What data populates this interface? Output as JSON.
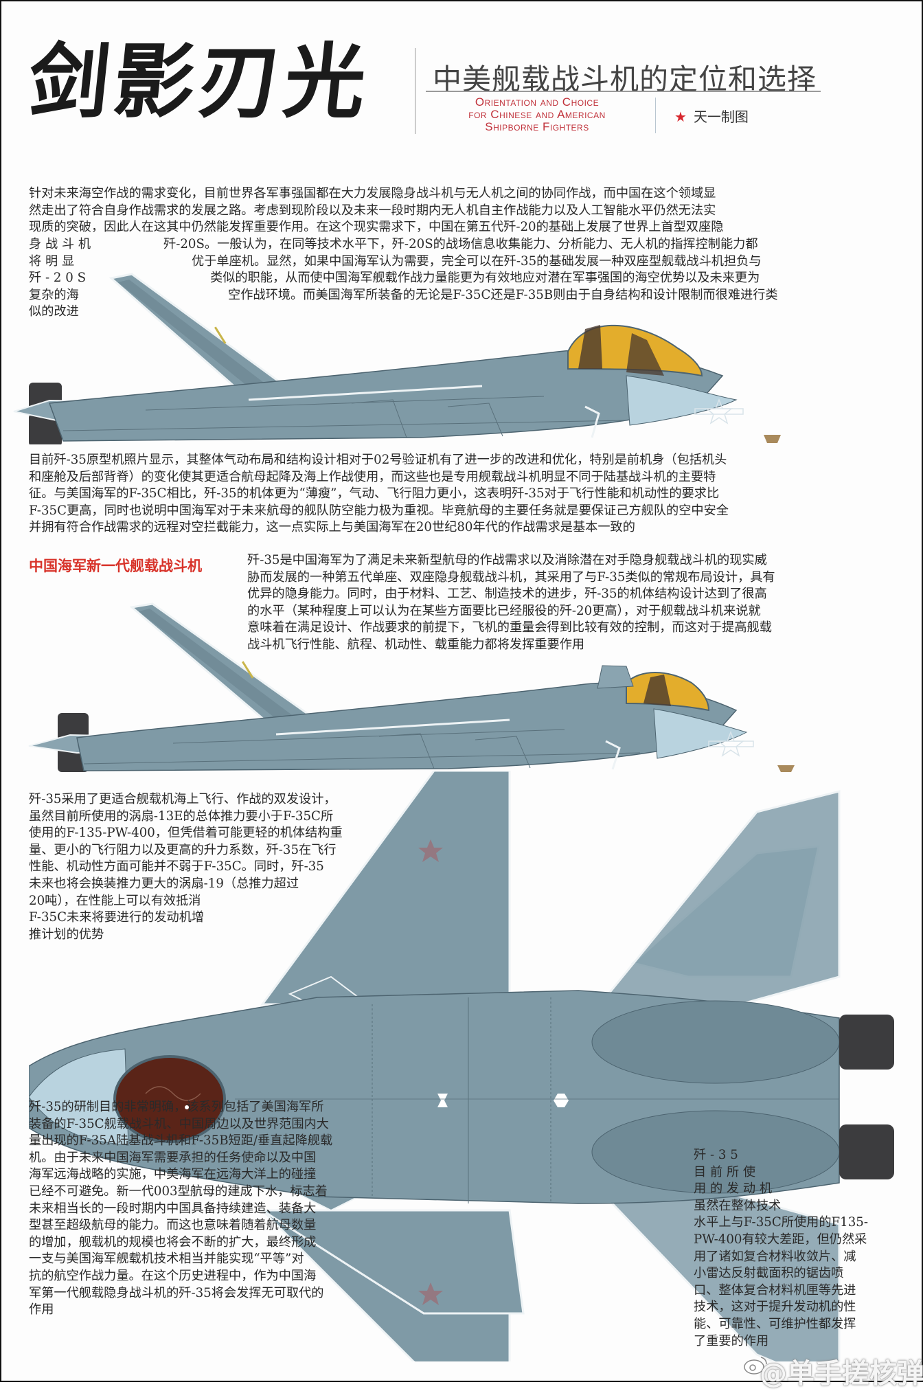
{
  "header": {
    "calligraphy_title": "剑影刃光",
    "chinese_subtitle": "中美舰载战斗机的定位和选择",
    "english_subtitle_lines": [
      "Orientation and Choice",
      "for Chinese and American",
      "Shipborne Fighters"
    ],
    "credit_icon": "red-star-icon",
    "credit": "天一制图"
  },
  "intro_paragraph": {
    "lines": [
      "针对未来海空作战的需求变化，目前世界各军事强国都在大力发展隐身战斗机与无人机之间的协同作战，而中国在这个领域显",
      "然走出了符合自身作战需求的发展之路。考虑到现阶段以及未来一段时期内无人机自主作战能力以及人工智能水平仍然无法实",
      "现质的突破，因此人在这其中仍然能发挥重要作用。在这个现实需求下，中国在第五代歼-20的基础上发展了世界上首型双座隐"
    ],
    "left_col_lines": [
      "身 战 斗 机",
      "将 明 显",
      "歼 - 2 0 S",
      "复杂的海",
      "似的改进"
    ],
    "right_col_lines": [
      "歼-20S。一般认为，在同等技术水平下，歼-20S的战场信息收集能力、分析能力、无人机的指挥控制能力都",
      "优于单座机。显然，如果中国海军认为需要，完全可以在歼-35的基础发展一种双座型舰载战斗机担负与",
      "类似的职能，从而使中国海军舰载作战力量能更为有效地应对潜在军事强国的海空优势以及未来更为",
      "空作战环境。而美国海军所装备的无论是F-35C还是F-35B则由于自身结构和设计限制而很难进行类"
    ]
  },
  "prototype_paragraph": {
    "lines": [
      "目前歼-35原型机照片显示，其整体气动布局和结构设计相对于02号验证机有了进一步的改进和优化，特别是前机身（包括机头",
      "和座舱及后部背脊）的变化使其更适合航母起降及海上作战使用，而这些也是专用舰载战斗机明显不同于陆基战斗机的主要特",
      "征。与美国海军的F-35C相比，歼-35的机体更为“薄瘦”，气动、飞行阻力更小，这表明歼-35对于飞行性能和机动性的要求比",
      "F-35C更高，同时也说明中国海军对于未来航母的舰队防空能力极为重视。毕竟航母的主要任务就是要保证己方舰队的空中安全",
      "并拥有符合作战需求的远程对空拦截能力，这一点实际上与美国海军在20世纪80年代的作战需求是基本一致的"
    ]
  },
  "section_heading": "中国海军新一代舰载战斗机",
  "stealth_paragraph": {
    "lines": [
      "歼-35是中国海军为了满足未来新型航母的作战需求以及消除潜在对手隐身舰载战斗机的现实威",
      "胁而发展的一种第五代单座、双座隐身舰载战斗机，其采用了与F-35类似的常规布局设计，具有",
      "优异的隐身能力。同时，由于材料、工艺、制造技术的进步，歼-35的机体结构设计达到了很高",
      "的水平（某种程度上可以认为在某些方面要比已经服役的歼-20更高），对于舰载战斗机来说就",
      "意味着在满足设计、作战要求的前提下，飞机的重量会得到比较有效的控制，而这对于提高舰载",
      "战斗机飞行性能、航程、机动性、载重能力都将发挥重要作用"
    ]
  },
  "engine_paragraph": {
    "lines": [
      "歼-35采用了更适合舰载机海上飞行、作战的双发设计，",
      "虽然目前所使用的涡扇-13E的总体推力要小于F-35C所",
      "使用的F-135-PW-400，但凭借着可能更轻的机体结构重",
      "量、更小的飞行阻力以及更高的升力系数，歼-35在飞行",
      "性能、机动性方面可能并不弱于F-35C。同时，歼-35",
      "未来也将会换装推力更大的涡扇-19（总推力超过",
      "20吨），在性能上可以有效抵消",
      "F-35C未来将要进行的发动机增",
      "推计划的优势"
    ]
  },
  "purpose_paragraph": {
    "lines": [
      "歼-35的研制目的非常明确，该系列包括了美国海军所",
      "装备的F-35C舰载战斗机、中国周边以及世界范围内大",
      "量出现的F-35A陆基战斗机和F-35B短距/垂直起降舰载",
      "机。由于未来中国海军需要承担的任务使命以及中国",
      "海军远海战略的实施，中美海军在远海大洋上的碰撞",
      "已经不可避免。新一代003型航母的建成下水，标志着",
      "未来相当长的一段时期内中国具备持续建造、装备大",
      "型甚至超级航母的能力。而这也意味着随着航母数量",
      "的增加，舰载机的规模也将会不断的扩大，最终形成",
      "一支与美国海军舰载机技术相当并能实现“平等”对",
      "抗的航空作战力量。在这个历史进程中，作为中国海",
      "军第一代舰载隐身战斗机的歼-35将会发挥无可取代的",
      "作用"
    ]
  },
  "engine_tech_paragraph": {
    "lines": [
      "歼 - 3 5",
      "目 前 所 使",
      "用 的 发 动 机",
      "虽然在整体技术",
      "水平上与F-35C所使用的F135-",
      "PW-400有较大差距，但仍然采",
      "用了诸如复合材料收敛片、减",
      "小雷达反射截面积的锯齿喷",
      "口、整体复合材料机匣等先进",
      "技术，这对于提升发动机的性",
      "能、可靠性、可维护性都发挥",
      "了重要的作用"
    ]
  },
  "illustrations": {
    "aircraft_1": "J-20S two-seat side profile",
    "aircraft_2": "J-35 side profile",
    "aircraft_3": "J-35 top plan view",
    "colors": {
      "airframe": "#7f9aa6",
      "airframe_dark": "#5f7884",
      "canopy": "#e3ad2c",
      "radome": "#b9d3df",
      "nozzle": "#3c3c3e",
      "cockpit_interior": "#5a2418",
      "insignia_red": "#c0313a"
    }
  },
  "watermark": {
    "icon": "weibo-icon",
    "text": "@单手搓核弹"
  }
}
